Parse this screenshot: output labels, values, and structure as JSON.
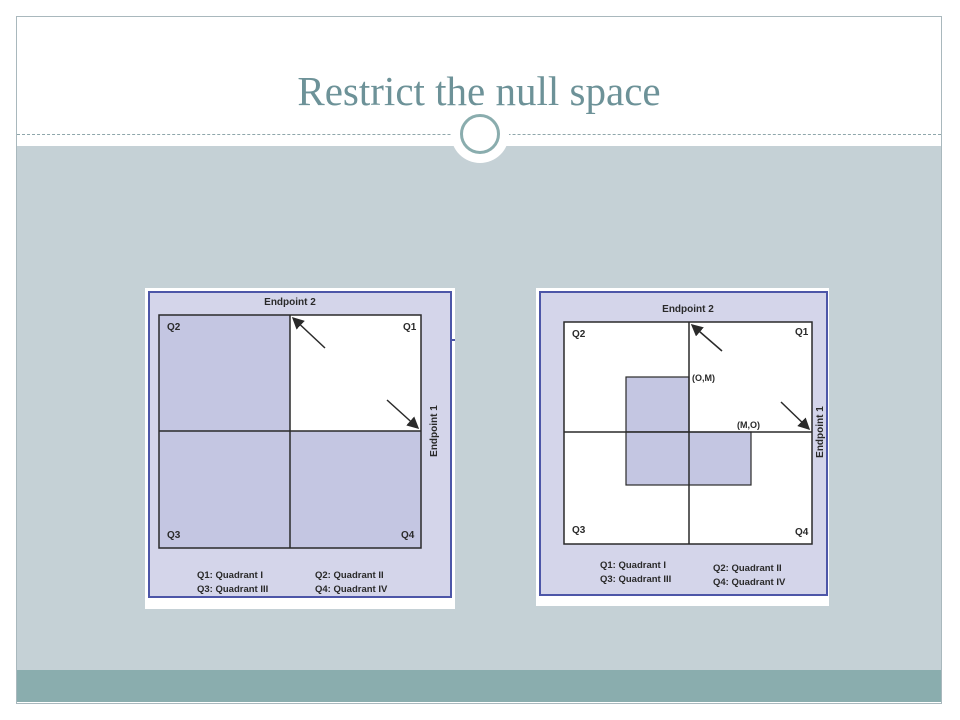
{
  "slide": {
    "title": "Restrict the null space"
  },
  "figures": [
    {
      "top_label": "Endpoint 2",
      "side_label": "Endpoint 1",
      "quadrants": {
        "q1": "Q1",
        "q2": "Q2",
        "q3": "Q3",
        "q4": "Q4"
      },
      "legend": [
        "Q1: Quadrant I",
        "Q2: Quadrant II",
        "Q3: Quadrant III",
        "Q4: Quadrant IV"
      ]
    },
    {
      "top_label": "Endpoint 2",
      "side_label": "Endpoint 1",
      "quadrants": {
        "q1": "Q1",
        "q2": "Q2",
        "q3": "Q3",
        "q4": "Q4"
      },
      "point_labels": {
        "om": "(O,M)",
        "mo": "(M,O)"
      },
      "legend": [
        "Q1: Quadrant I",
        "Q2: Quadrant II",
        "Q3: Quadrant III",
        "Q4: Quadrant IV"
      ]
    }
  ],
  "colors": {
    "fill": "#c4c6e2",
    "frame": "#4d56a8",
    "title": "#6d9298",
    "band": "#c5d1d6",
    "footer": "#8aadae"
  }
}
